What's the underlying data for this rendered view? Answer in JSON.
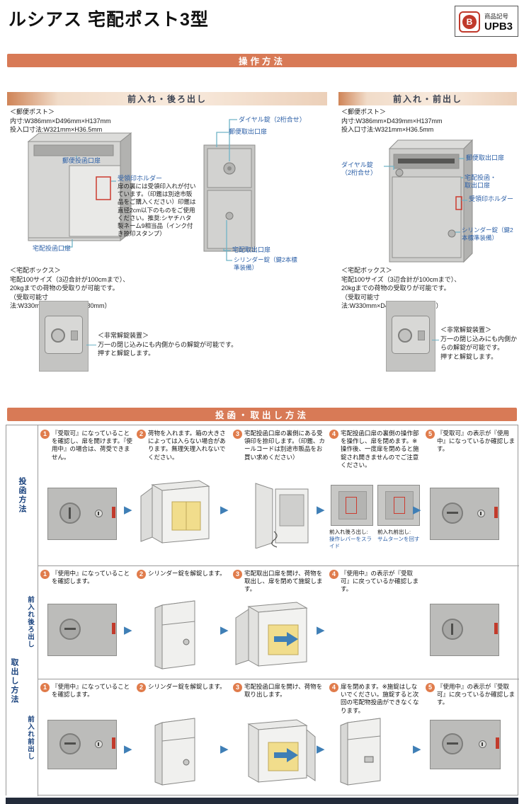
{
  "icons": {
    "arrow": "▶",
    "logo_b": "B"
  },
  "header": {
    "title": "ルシアス 宅配ポスト3型",
    "badge_label": "商品記号",
    "badge_code": "UPB3"
  },
  "banners": {
    "operation": "操作方法",
    "posting": "投函・取出し方法"
  },
  "back_section": {
    "title": "前入れ・後ろ出し",
    "post_heading": "＜郵便ポスト＞",
    "post_inner": "内寸:W386mm×D496mm×H137mm",
    "post_slot": "投入口寸法:W321mm×H36.5mm",
    "label_dial": "ダイヤル錠（2桁合せ）",
    "label_mail_out": "郵便取出口扉",
    "label_mail_in": "郵便投函口扉",
    "label_stamp": "受領印ホルダー",
    "stamp_note": "扉の裏には受領印入れが付いています。（印鑑は別途市販品をご購入ください）印鑑は直径2cm以下のものをご使用ください。推奨:シヤチハタ製ネーム9相当品（インク付き捺印スタンプ）",
    "label_parcel_in": "宅配投函口扉",
    "label_parcel_out": "宅配取出口扉",
    "label_cylinder": "シリンダー錠（鍵2本標準装備）",
    "box_heading": "＜宅配ボックス＞",
    "box_note": "宅配100サイズ（3辺合計が100cmまで）、20kgまでの荷物の受取りが可能です。",
    "box_dims": "（受取可能寸法:W330mm×D460mm×H380mm）",
    "emergency_heading": "＜非常解錠装置＞",
    "emergency_note": "万一の閉じ込みにも内側からの解錠が可能です。",
    "emergency_note2": "押すと解錠します。"
  },
  "front_section": {
    "title": "前入れ・前出し",
    "post_heading": "＜郵便ポスト＞",
    "post_inner": "内寸:W386mm×D439mm×H137mm",
    "post_slot": "投入口寸法:W321mm×H36.5mm",
    "label_dial": "ダイヤル錠（2桁合せ）",
    "label_mail_out": "郵便取出口扉",
    "label_parcel_door": "宅配投函・取出口扉",
    "label_stamp": "受領印ホルダー",
    "label_cylinder": "シリンダー錠（鍵2本標準装備）",
    "box_heading": "＜宅配ボックス＞",
    "box_note": "宅配100サイズ（3辺合計が100cmまで）、20kgまでの荷物の受取りが可能です。",
    "box_dims": "（受取可能寸法:W330mm×D450mm×H380mm）",
    "emergency_heading": "＜非常解錠装置＞",
    "emergency_note": "万一の閉じ込みにも内側からの解錠が可能です。",
    "emergency_note2": "押すと解錠します。"
  },
  "table": {
    "row_post": {
      "side": "投函方法",
      "steps": [
        {
          "n": "1",
          "t": "『受取可』になっていることを確認し、扉を開けます。『使用中』の場合は、荷受できません。"
        },
        {
          "n": "2",
          "t": "荷物を入れます。箱の大きさによっては入らない場合があります。無理矢理入れないでください。"
        },
        {
          "n": "3",
          "t": "宅配投函口扉の裏側にある受領印を捺印します。（印鑑、カールコードは別途市販品をお買い求めください）"
        },
        {
          "n": "4",
          "t": "宅配投函口扉の裏側の操作部を操作し、扉を閉めます。※操作後、一度扉を閉めると施錠され開きませんのでご注意ください。"
        },
        {
          "n": "5",
          "t": "『受取可』の表示が『使用中』になっているか確認します。"
        }
      ],
      "cap_back_label": "前入れ後ろ出し:",
      "cap_back_action": "操作レバーをスライド",
      "cap_front_label": "前入れ前出し:",
      "cap_front_action": "サムターンを回す"
    },
    "row_out_back": {
      "side": "取出し方法",
      "sub": "前入れ後ろ出し",
      "steps": [
        {
          "n": "1",
          "t": "『使用中』になっていることを確認します。"
        },
        {
          "n": "2",
          "t": "シリンダー錠を解錠します。"
        },
        {
          "n": "3",
          "t": "宅配取出口扉を開け、荷物を取出し、扉を閉めて施錠します。"
        },
        {
          "n": "4",
          "t": "『使用中』の表示が『受取可』に戻っているか確認します。"
        }
      ]
    },
    "row_out_front": {
      "sub": "前入れ前出し",
      "steps": [
        {
          "n": "1",
          "t": "『使用中』になっていることを確認します。"
        },
        {
          "n": "2",
          "t": "シリンダー錠を解錠します。"
        },
        {
          "n": "3",
          "t": "宅配投函口扉を開け、荷物を取り出します。"
        },
        {
          "n": "4",
          "t": "扉を閉めます。※施錠はしないでください。施錠すると次回の宅配物投函ができなくなります。"
        },
        {
          "n": "5",
          "t": "『使用中』の表示が『受取可』に戻っているか確認します。"
        }
      ]
    }
  }
}
